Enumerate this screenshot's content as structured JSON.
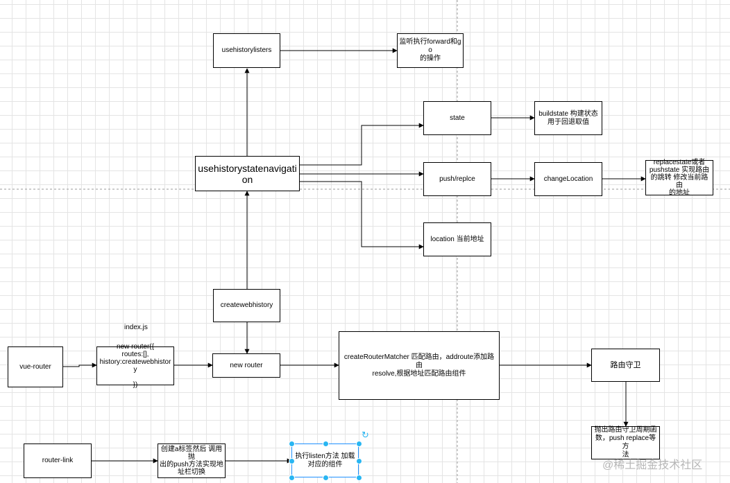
{
  "nodes": {
    "usehistorylisters": "usehistorylisters",
    "listen_note": "监听执行forward和go\n的操作",
    "state": "state",
    "buildstate": "buildstate 构建状态\n用于回退取值",
    "usehistorystatenavigation": "usehistorystatenavigation",
    "push_replce": "push/replce",
    "changelocation": "changeLocation",
    "replacestate_note": "replacestate或者\npushstate  实现路由\n的跳转 修改当前路由\n的地址",
    "location": "location 当前地址",
    "createwebhistory": "createwebhistory",
    "index_js": "index.js",
    "vue_router": "vue-router",
    "new_router_code": "new router({\nroutes:[],\nhistory:createwebhistory\n\n})",
    "new_router": "new router",
    "create_router_matcher": "createRouterMatcher 匹配路由，addroute添加路由\nresolve,根据地址匹配路由组件",
    "route_guard": "路由守卫",
    "guard_hooks": "抛出路由守卫周期函\n数，push replace等方\n法",
    "router_link": "router-link",
    "create_a_tag": "创建a标签然后 调用抛\n出的push方法实现地\n址栏切换",
    "listen_exec": "执行listen方法  加载\n对应的组件"
  },
  "watermark": "@稀土掘金技术社区",
  "colors": {
    "line": "#000000",
    "selection": "#29b6f2",
    "grid": "#e4e4e4",
    "guide": "#9a9a9a"
  }
}
